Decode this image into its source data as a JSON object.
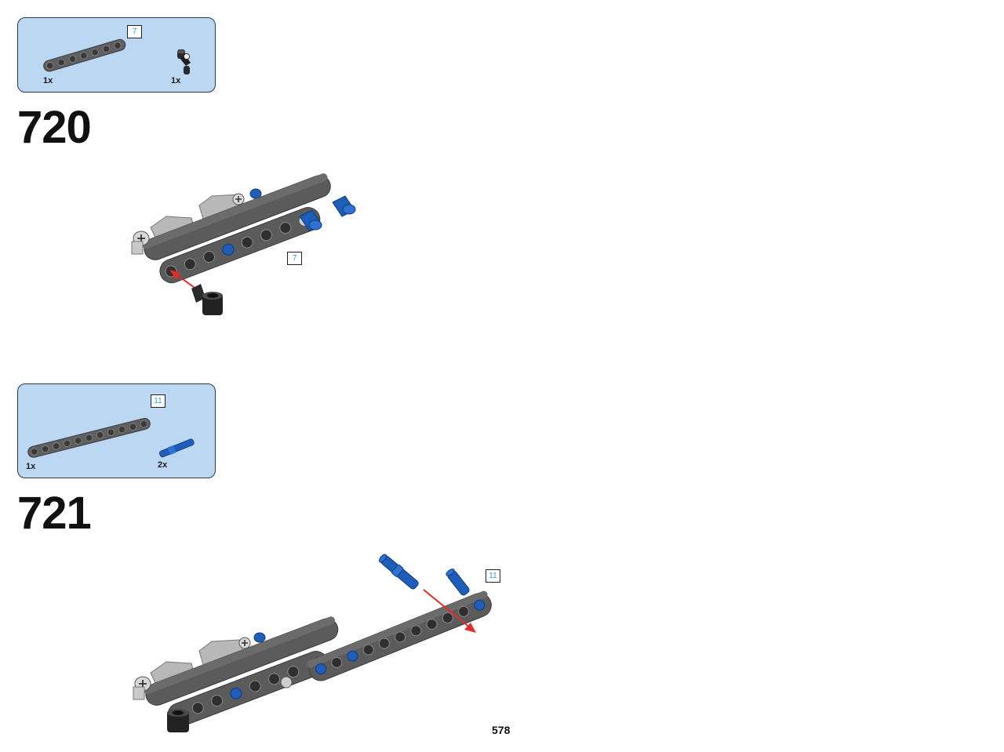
{
  "page_number": "578",
  "colors": {
    "parts_box_bg": "#bcd7f2",
    "beam_gray": "#5f5f60",
    "pin_blue": "#1f5eb8",
    "arrow_red": "#e52a2a",
    "badge_text": "#2aa4d6"
  },
  "steps": [
    {
      "number": "720",
      "parts": [
        {
          "name": "beam-7",
          "icon": "dark-gray-beam-icon",
          "qty": "1x",
          "length": "7"
        },
        {
          "name": "angle-connector",
          "icon": "black-angle-connector-icon",
          "qty": "1x"
        }
      ],
      "callout_length": "7"
    },
    {
      "number": "721",
      "parts": [
        {
          "name": "beam-11",
          "icon": "dark-gray-beam-icon",
          "qty": "1x",
          "length": "11"
        },
        {
          "name": "blue-pin",
          "icon": "blue-axle-pin-icon",
          "qty": "2x"
        }
      ],
      "callout_length": "11"
    }
  ]
}
